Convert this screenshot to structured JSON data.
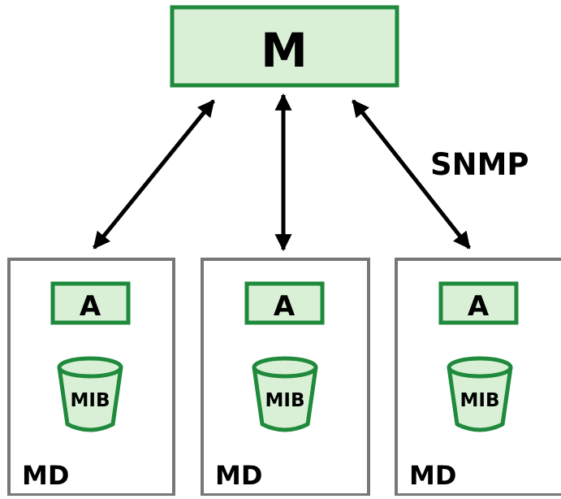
{
  "manager": {
    "label": "M"
  },
  "protocol": {
    "label": "SNMP"
  },
  "devices": [
    {
      "agent_label": "A",
      "mib_label": "MIB",
      "device_label": "MD"
    },
    {
      "agent_label": "A",
      "mib_label": "MIB",
      "device_label": "MD"
    },
    {
      "agent_label": "A",
      "mib_label": "MIB",
      "device_label": "MD"
    }
  ],
  "colors": {
    "green_stroke": "#1f8a3c",
    "green_fill": "#d9f0d6",
    "device_border": "#777777",
    "arrow": "#000000",
    "text": "#000000"
  }
}
